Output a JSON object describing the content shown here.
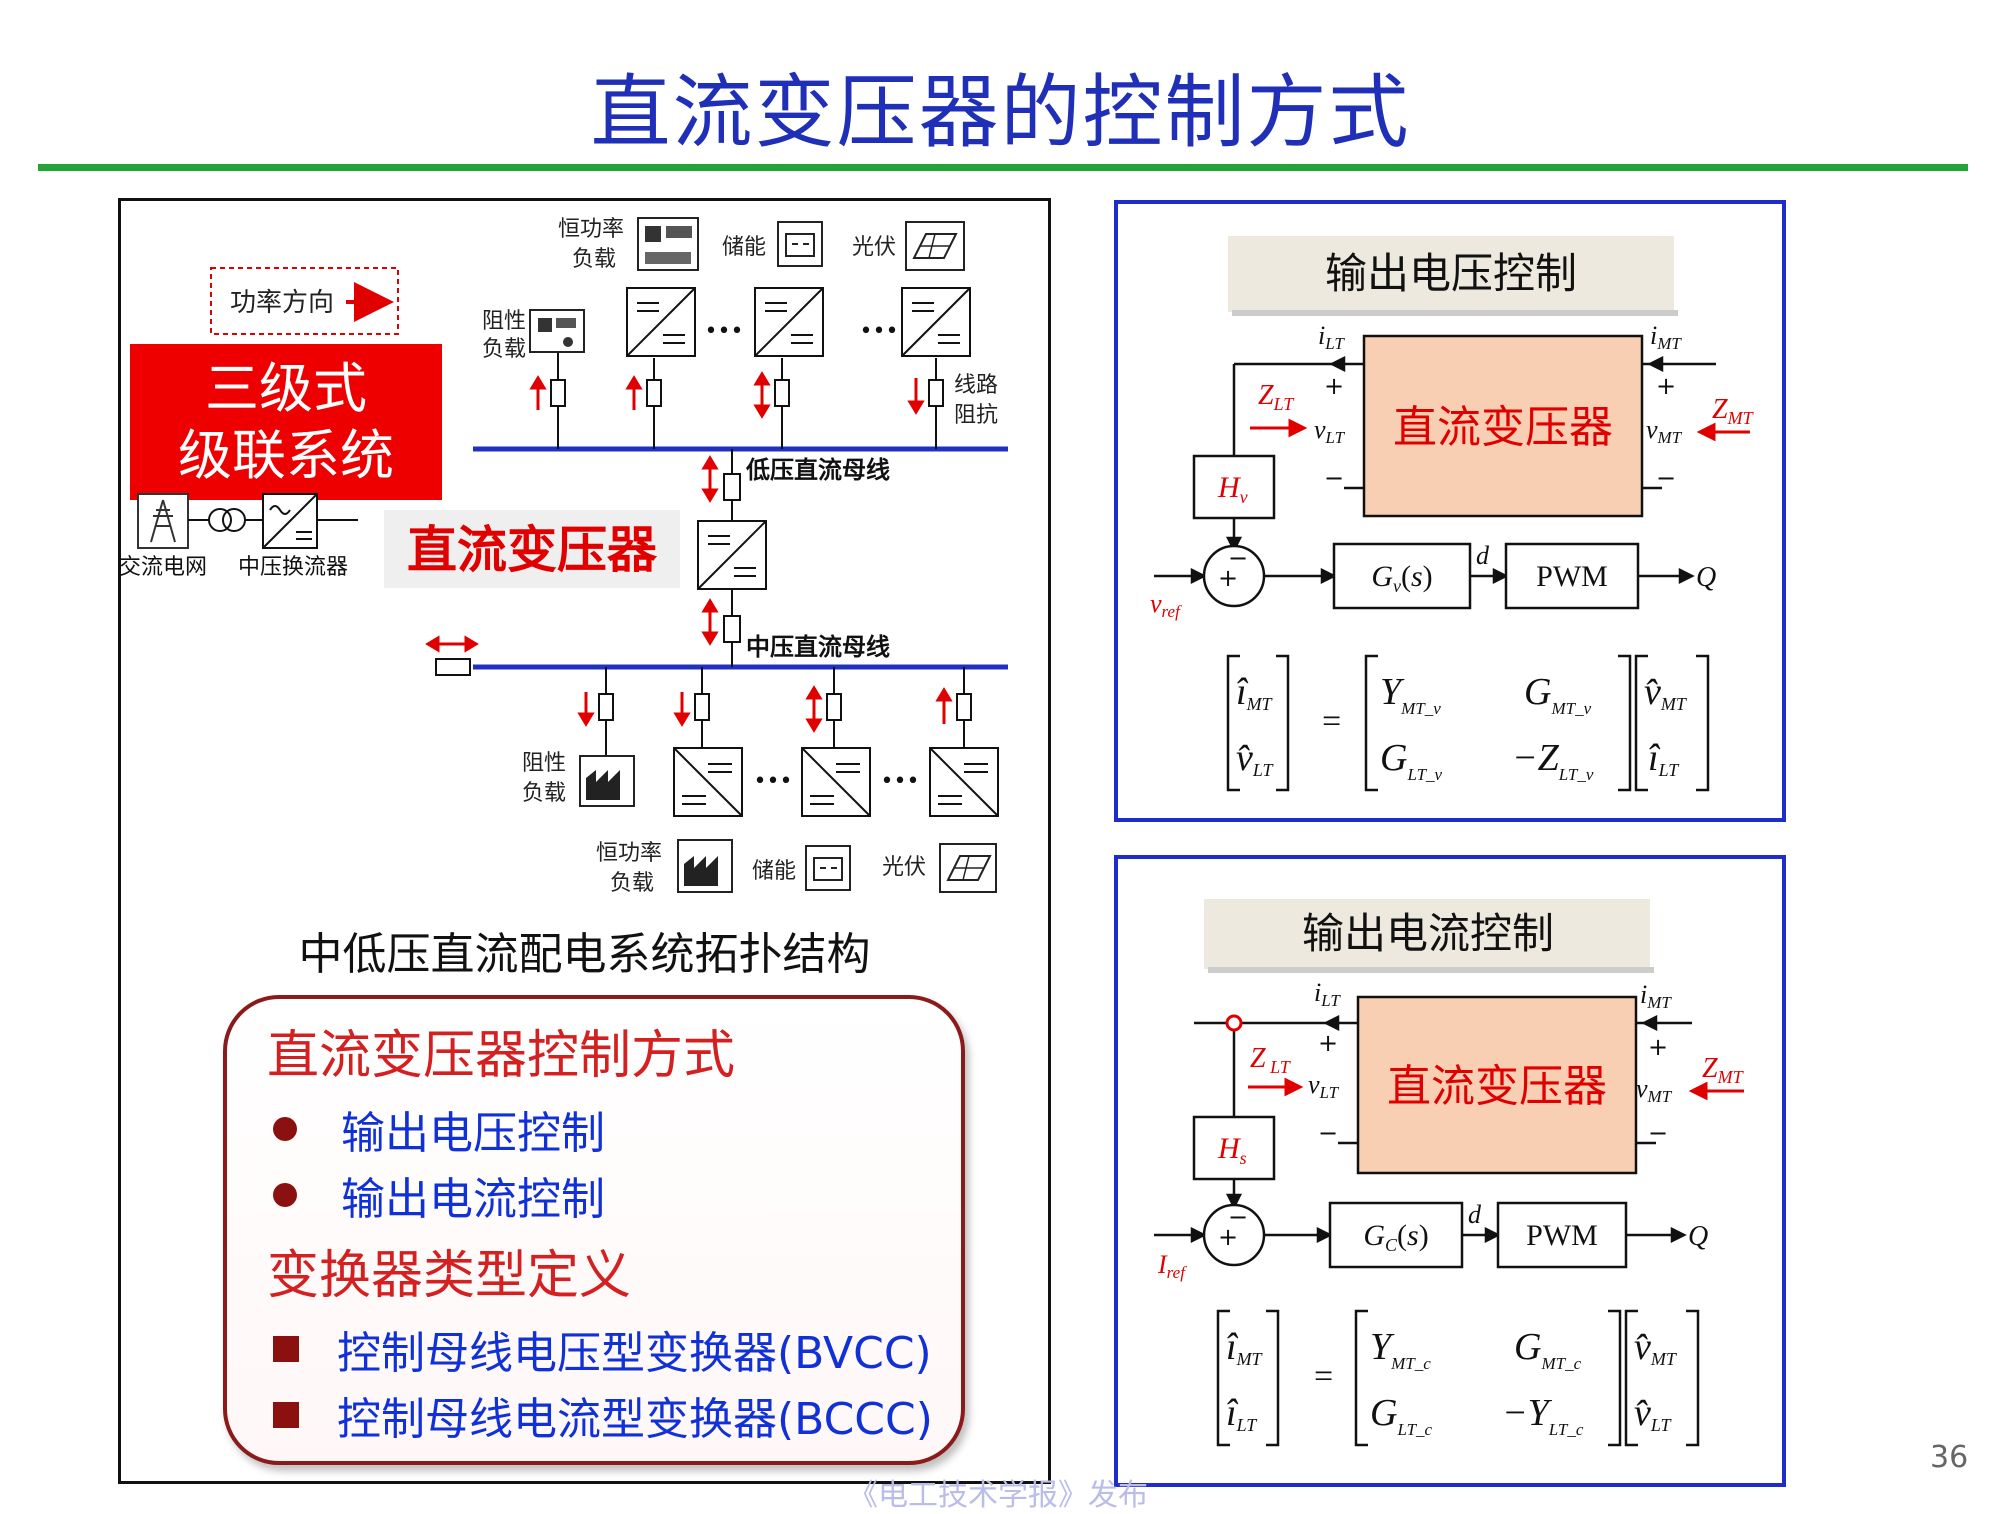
{
  "title": "直流变压器的控制方式",
  "colors": {
    "title_blue": "#1f2fb8",
    "green_rule": "#23a33a",
    "red": "#e00000",
    "bus_blue": "#2030c0",
    "dark_red": "#8b1010",
    "peach": "#f8cfb3"
  },
  "topology": {
    "power_direction_label": "功率方向",
    "system_label_line1": "三级式",
    "system_label_line2": "级联系统",
    "dc_transformer_label": "直流变压器",
    "low_bus_label": "低压直流母线",
    "mid_bus_label": "中压直流母线",
    "ac_grid_label": "交流电网",
    "mv_converter_label": "中压换流器",
    "top": {
      "const_power_1": "恒功率",
      "const_power_2": "负载",
      "storage": "储能",
      "pv": "光伏",
      "resistive_1": "阻性",
      "resistive_2": "负载",
      "line_imp_1": "线路",
      "line_imp_2": "阻抗",
      "ellipsis": "•••"
    },
    "bottom": {
      "resistive_1": "阻性",
      "resistive_2": "负载",
      "const_power_1": "恒功率",
      "const_power_2": "负载",
      "storage": "储能",
      "pv": "光伏",
      "ellipsis": "•••"
    },
    "caption": "中低压直流配电系统拓扑结构"
  },
  "control_panel": {
    "heading1": "直流变压器控制方式",
    "item1": "输出电压控制",
    "item2": "输出电流控制",
    "heading2": "变换器类型定义",
    "item3": "控制母线电压型变换器(BVCC)",
    "item4": "控制母线电流型变换器(BCCC)"
  },
  "voltage_control": {
    "title": "输出电压控制",
    "block": "直流变压器",
    "i_lt": "i",
    "i_lt_sub": "LT",
    "i_mt": "i",
    "i_mt_sub": "MT",
    "z_lt": "Z",
    "z_lt_sub": "LT",
    "z_mt": "Z",
    "z_mt_sub": "MT",
    "v_lt": "v",
    "v_lt_sub": "LT",
    "v_mt": "v",
    "v_mt_sub": "MT",
    "plus": "+",
    "minus": "−",
    "feedback": "H",
    "feedback_sub": "v",
    "controller": "G",
    "controller_sub": "v",
    "controller_arg": "(s)",
    "d": "d",
    "pwm": "PWM",
    "q": "Q",
    "ref": "v",
    "ref_sub": "ref",
    "matrix": {
      "lhs": [
        [
          "i",
          "MT"
        ],
        [
          "v",
          "LT"
        ]
      ],
      "m11": [
        "Y",
        "MT_v"
      ],
      "m12": [
        "G",
        "MT_v"
      ],
      "m21": [
        "G",
        "LT_v"
      ],
      "m22": [
        "−Z",
        "LT_v"
      ],
      "rhs": [
        [
          "v",
          "MT"
        ],
        [
          "i",
          "LT"
        ]
      ]
    }
  },
  "current_control": {
    "title": "输出电流控制",
    "block": "直流变压器",
    "i_lt": "i",
    "i_lt_sub": "LT",
    "i_mt": "i",
    "i_mt_sub": "MT",
    "z_lt": "Z",
    "z_lt_sub": "LT",
    "z_mt": "Z",
    "z_mt_sub": "MT",
    "v_lt": "v",
    "v_lt_sub": "LT",
    "v_mt": "v",
    "v_mt_sub": "MT",
    "plus": "+",
    "minus": "−",
    "feedback": "H",
    "feedback_sub": "s",
    "controller": "G",
    "controller_sub": "C",
    "controller_arg": "(s)",
    "d": "d",
    "pwm": "PWM",
    "q": "Q",
    "ref": "I",
    "ref_sub": "ref",
    "matrix": {
      "lhs": [
        [
          "i",
          "MT"
        ],
        [
          "i",
          "LT"
        ]
      ],
      "m11": [
        "Y",
        "MT_c"
      ],
      "m12": [
        "G",
        "MT_c"
      ],
      "m21": [
        "G",
        "LT_c"
      ],
      "m22": [
        "−Y",
        "LT_c"
      ],
      "rhs": [
        [
          "v",
          "MT"
        ],
        [
          "v",
          "LT"
        ]
      ]
    }
  },
  "page_number": "36",
  "publisher": "《电工技术学报》发布"
}
